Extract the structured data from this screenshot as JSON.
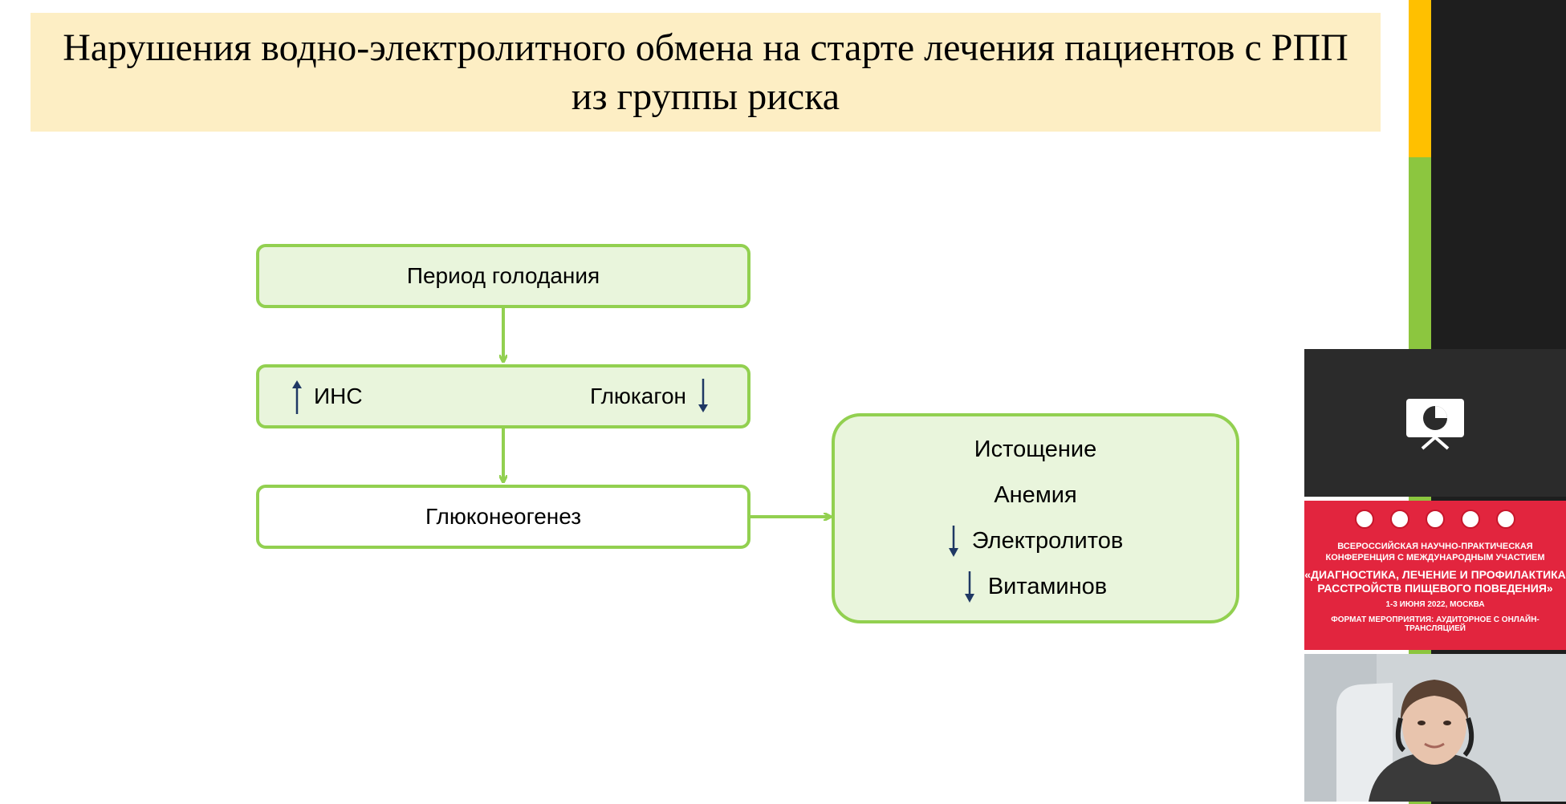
{
  "slide": {
    "title": "Нарушения водно-электролитного обмена на старте лечения пациентов с РПП из группы риска"
  },
  "flowchart": {
    "fasting": "Период голодания",
    "insulin": "ИНС",
    "glucagon": "Глюкагон",
    "gluconeogenesis": "Глюконеогенез",
    "outcomes": {
      "exhaustion": "Истощение",
      "anemia": "Анемия",
      "electrolytes": "Электролитов",
      "vitamins": "Витаминов"
    }
  },
  "banner": {
    "line1": "ВСЕРОССИЙСКАЯ НАУЧНО-ПРАКТИЧЕСКАЯ",
    "line2": "КОНФЕРЕНЦИЯ С МЕЖДУНАРОДНЫМ УЧАСТИЕМ",
    "main1": "«ДИАГНОСТИКА, ЛЕЧЕНИЕ И ПРОФИЛАКТИКА",
    "main2": "РАССТРОЙСТВ ПИЩЕВОГО ПОВЕДЕНИЯ»",
    "date": "1-3 ИЮНЯ 2022, МОСКВА",
    "format": "ФОРМАТ МЕРОПРИЯТИЯ: АУДИТОРНОЕ С ОНЛАЙН-ТРАНСЛЯЦИЕЙ"
  },
  "colors": {
    "title_band": "#fdeec4",
    "box_border": "#92d050",
    "box_fill": "#e9f5dc",
    "arrow_dark": "#1f3864",
    "banner_red": "#e2253e",
    "accent_yellow": "#ffc000",
    "accent_green": "#8cc63f"
  },
  "icons": {
    "up_arrow": "up-arrow-icon",
    "down_arrow": "down-arrow-icon",
    "screen_share": "presentation-screen-icon"
  }
}
